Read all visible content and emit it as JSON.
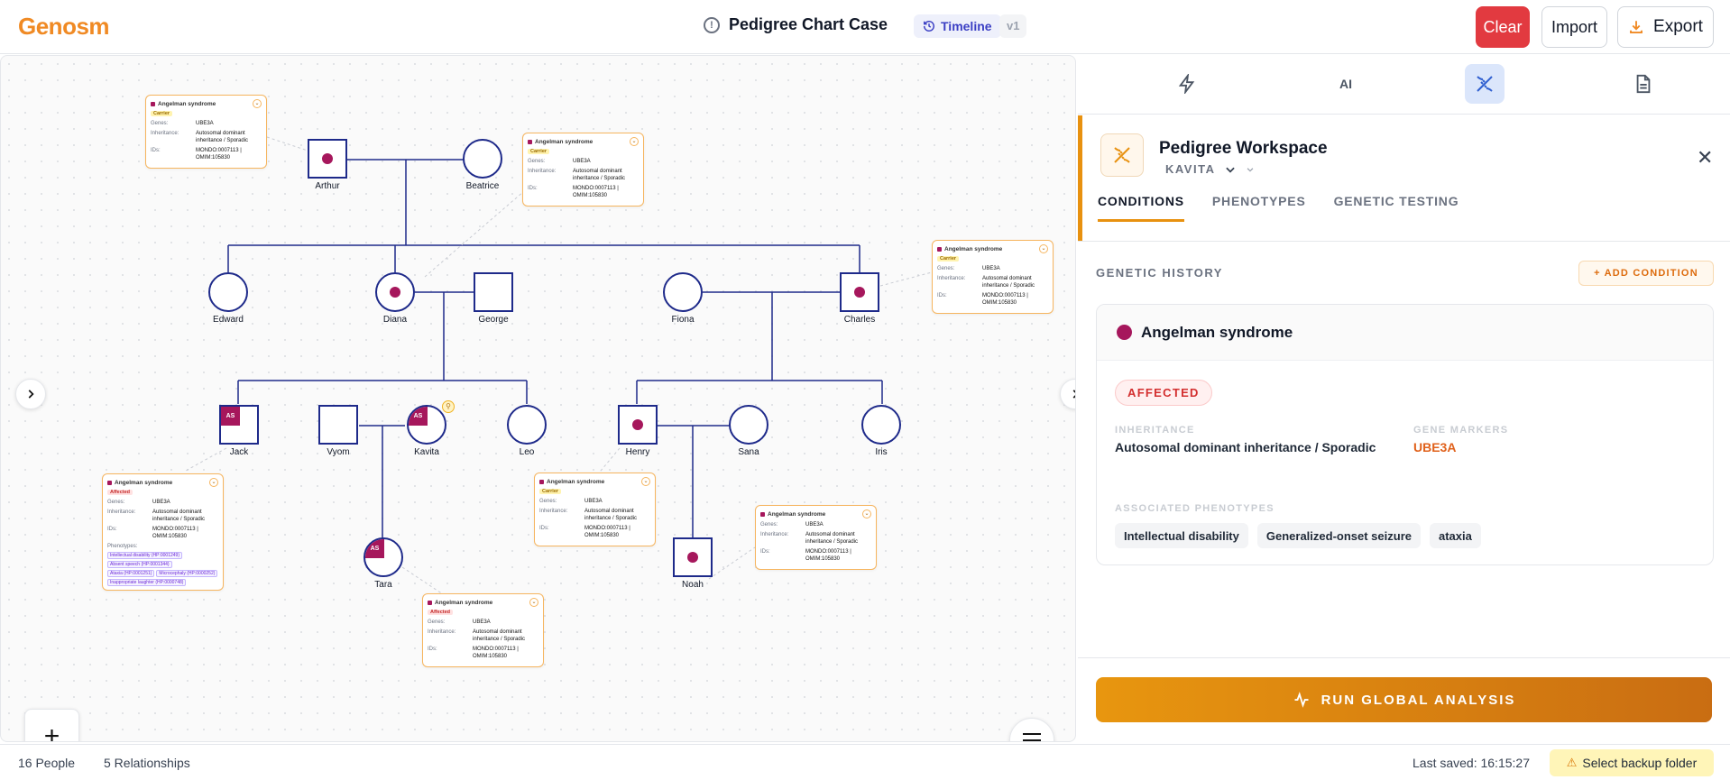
{
  "header": {
    "logo": "Genosm",
    "case_title": "Pedigree Chart Case",
    "info_icon": "!",
    "timeline_label": "Timeline",
    "version": "v1",
    "clear_label": "Clear",
    "import_label": "Import",
    "export_label": "Export"
  },
  "people": [
    {
      "name": "Arthur"
    },
    {
      "name": "Beatrice"
    },
    {
      "name": "Edward"
    },
    {
      "name": "Diana"
    },
    {
      "name": "George"
    },
    {
      "name": "Fiona"
    },
    {
      "name": "Charles"
    },
    {
      "name": "Jack"
    },
    {
      "name": "Vyom"
    },
    {
      "name": "Kavita"
    },
    {
      "name": "Leo"
    },
    {
      "name": "Henry"
    },
    {
      "name": "Sana"
    },
    {
      "name": "Iris"
    },
    {
      "name": "Tara"
    },
    {
      "name": "Noah"
    }
  ],
  "affected_tag": "AS",
  "cards": {
    "title": "Angelman syndrome",
    "carrier": "Carrier",
    "affected": "Affected",
    "genes_label": "Genes:",
    "genes_value": "UBE3A",
    "inheritance_label": "Inheritance:",
    "inheritance_value": "Autosomal dominant inheritance / Sporadic",
    "ids_label": "IDs:",
    "ids_value": "MONDO:0007113 | OMIM:105830",
    "phenotypes_label": "Phenotypes:",
    "phenotypes": [
      "Intellectual disability (HP:0001249)",
      "Absent speech (HP:0001344)",
      "Ataxia (HP:0001251)",
      "Microcephaly (HP:0000252)",
      "Inappropriate laughter (HP:0000748)"
    ]
  },
  "panel": {
    "tab_ai": "AI",
    "workspace_title": "Pedigree Workspace",
    "workspace_subject": "KAVITA",
    "tabs": [
      "CONDITIONS",
      "PHENOTYPES",
      "GENETIC TESTING"
    ],
    "section_label": "GENETIC HISTORY",
    "add_condition": "+ ADD CONDITION",
    "condition": {
      "name": "Angelman syndrome",
      "status": "AFFECTED",
      "inheritance_label": "INHERITANCE",
      "inheritance_value": "Autosomal dominant inheritance / Sporadic",
      "gene_markers_label": "GENE MARKERS",
      "gene_markers_value": "UBE3A",
      "phenotypes_label": "ASSOCIATED PHENOTYPES",
      "phenotypes": [
        "Intellectual disability",
        "Generalized-onset seizure",
        "ataxia"
      ]
    },
    "run_button": "RUN GLOBAL ANALYSIS"
  },
  "footer": {
    "people_count": "16 People",
    "relationships_count": "5 Relationships",
    "last_saved": "Last saved: 16:15:27",
    "backup": "Select backup folder"
  },
  "colors": {
    "brand": "#f08a24",
    "affected": "#a6175c",
    "accent": "#e8910f",
    "clear": "#e23a40"
  }
}
